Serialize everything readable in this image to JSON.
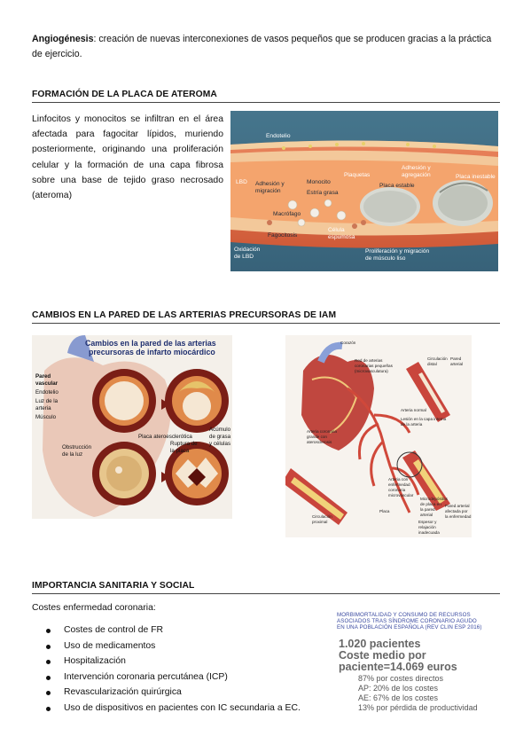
{
  "intro": {
    "term": "Angiogénesis",
    "text": ": creación de nuevas interconexiones de vasos pequeños que se producen gracias a la práctica de ejercicio."
  },
  "section1": {
    "title": "FORMACIÓN DE LA PLACA DE ATEROMA",
    "paragraph": "Linfocitos y monocitos se infiltran en el área afectada para fagocitar lípidos, muriendo posteriormente, originando una proliferación celular y la formación de una capa fibrosa sobre una base de tejido graso necrosado (ateroma)",
    "figure_labels": {
      "endotelio": "Endotelio",
      "lbd": "LBD",
      "adhesion": "Adhesión y",
      "migracion": "migración",
      "monocito": "Monocito",
      "estria": "Estría grasa",
      "plaquetas": "Plaquetas",
      "adhesion_agregacion_1": "Adhesión y",
      "adhesion_agregacion_2": "agregación",
      "placa_estable": "Placa estable",
      "placa_inestable": "Placa inestable",
      "macrofago": "Macrófago",
      "oxidacion_1": "Oxidación",
      "oxidacion_2": "de LBD",
      "fagocitosis": "Fagocitosis",
      "celula_1": "Célula",
      "celula_2": "espumosa",
      "proliferacion_1": "Proliferación y migración",
      "proliferacion_2": "de músculo liso"
    }
  },
  "section2": {
    "title": "CAMBIOS EN LA PARED DE LAS ARTERIAS PRECURSORAS DE IAM",
    "left_figure": {
      "title_line1": "Cambios en la pared de las arterias",
      "title_line2": "precursoras de infarto miocárdico",
      "pared_1": "Pared",
      "pared_2": "vascular",
      "endotelio": "Endotelio",
      "luz_1": "Luz de la",
      "luz_2": "arteria",
      "musculo": "Músculo",
      "placa": "Placa ateroesclerótica",
      "acumulo_1": "Acúmulo",
      "acumulo_2": "de grasa",
      "acumulo_3": "y células",
      "obstruccion_1": "Obstrucción",
      "obstruccion_2": "de la luz",
      "ruptura_1": "Ruptura de",
      "ruptura_2": "la placa"
    },
    "right_figure": {
      "corazon": "Corazón",
      "red_1": "Red de arterias",
      "red_2": "coronarias pequeñas",
      "red_3": "(microvasculatura)",
      "arteria_normal": "Arteria normal",
      "lesion_1": "Lesión en la capa interna",
      "lesion_2": "de la arteria",
      "coronaria_1": "Arteria coronaria",
      "coronaria_2": "grande con",
      "coronaria_3": "aterosclerosis",
      "circulacion_1": "Circulación",
      "circulacion_2": "proximal",
      "placa": "Placa",
      "enfermedad_1": "Arteria con",
      "enfermedad_2": "enfermedad",
      "enfermedad_3": "coronaria",
      "enfermedad_4": "microvascular",
      "micro_1": "Microdepósitos",
      "micro_2": "de placa en",
      "micro_3": "la pared",
      "micro_4": "arterial",
      "pared_1": "Pared arterial",
      "pared_2": "afectada por",
      "pared_3": "la enfermedad",
      "esp_1": "Espesor y",
      "esp_2": "relajación",
      "esp_3": "inadecuada",
      "circ_dilat_1": "Circulación",
      "circ_dilat_2": "distal",
      "pared_normal_1": "Pared",
      "pared_normal_2": "arterial"
    }
  },
  "section3": {
    "title": "IMPORTANCIA SANITARIA Y SOCIAL",
    "lead": "Costes enfermedad coronaria:",
    "items": [
      "Costes de control de FR",
      "Uso de medicamentos",
      "Hospitalización",
      "Intervención coronaria percutánea (ICP)",
      "Revascularización quirúrgica",
      "Uso de dispositivos en pacientes con IC secundaria a EC."
    ],
    "stats": {
      "head_1": "MORBIMORTALIDAD Y CONSUMO DE RECURSOS",
      "head_2": "ASOCIADOS TRAS SÍNDROME CORONARIO AGUDO",
      "head_3": "EN UNA POBLACIÓN ESPAÑOLA (REV CLIN ESP 2016)",
      "patients": "1.020 pacientes",
      "cost_1": "Coste medio por",
      "cost_2": "paciente=14.069 euros",
      "direct": "87% por costes directos",
      "ap": "AP: 20% de los costes",
      "ae": "AE: 67% de los costes",
      "productivity": "13% por pérdida de productividad"
    }
  }
}
